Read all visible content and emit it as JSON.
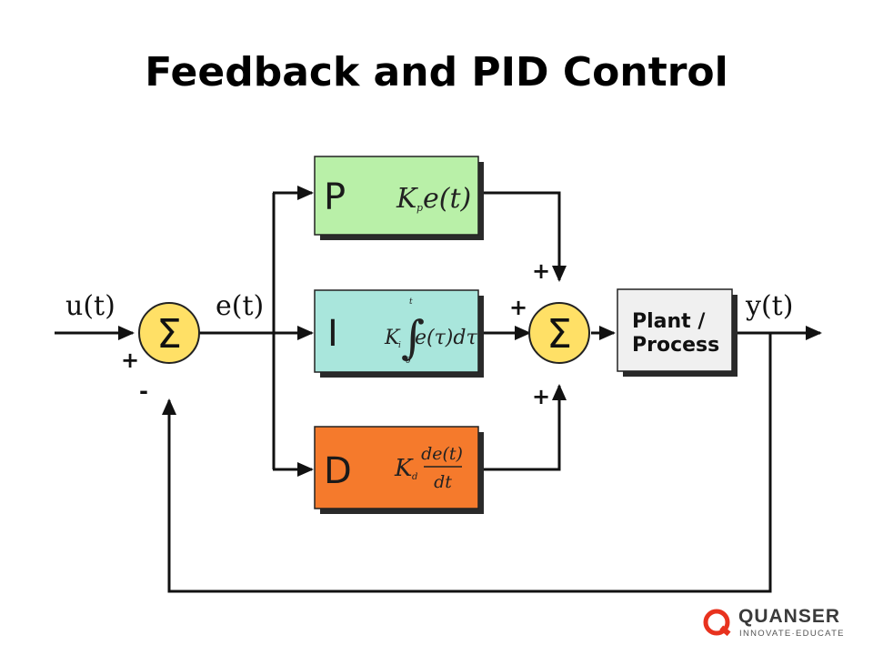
{
  "slide": {
    "title": "Feedback and PID Control"
  },
  "diagram": {
    "input_signal": "u(t)",
    "error_signal": "e(t)",
    "output_signal": "y(t)",
    "summer_symbol": "Σ",
    "input_summer": {
      "plus_sign": "+",
      "minus_sign": "-"
    },
    "output_summer": {
      "top_sign": "+",
      "left_sign": "+",
      "bottom_sign": "+"
    },
    "p_block": {
      "letter": "P",
      "term_k": "K",
      "term_sub": "p",
      "term_rest": "e(t)",
      "color": "#b9f0a8"
    },
    "i_block": {
      "letter": "I",
      "term_k": "K",
      "term_sub": "i",
      "integral_upper": "t",
      "integral_lower": "0",
      "term_rest": "e(τ)dτ",
      "color": "#a9e6dc"
    },
    "d_block": {
      "letter": "D",
      "term_k": "K",
      "term_sub": "d",
      "numerator": "de(t)",
      "denominator": "dt",
      "color": "#f57a2c"
    },
    "plant_block": {
      "line1": "Plant /",
      "line2": "Process",
      "color": "#f0f0f0"
    },
    "summer_color": "#ffe066"
  },
  "logo": {
    "name": "QUANSER",
    "tagline": "INNOVATE·EDUCATE",
    "color": "#e8321e"
  }
}
